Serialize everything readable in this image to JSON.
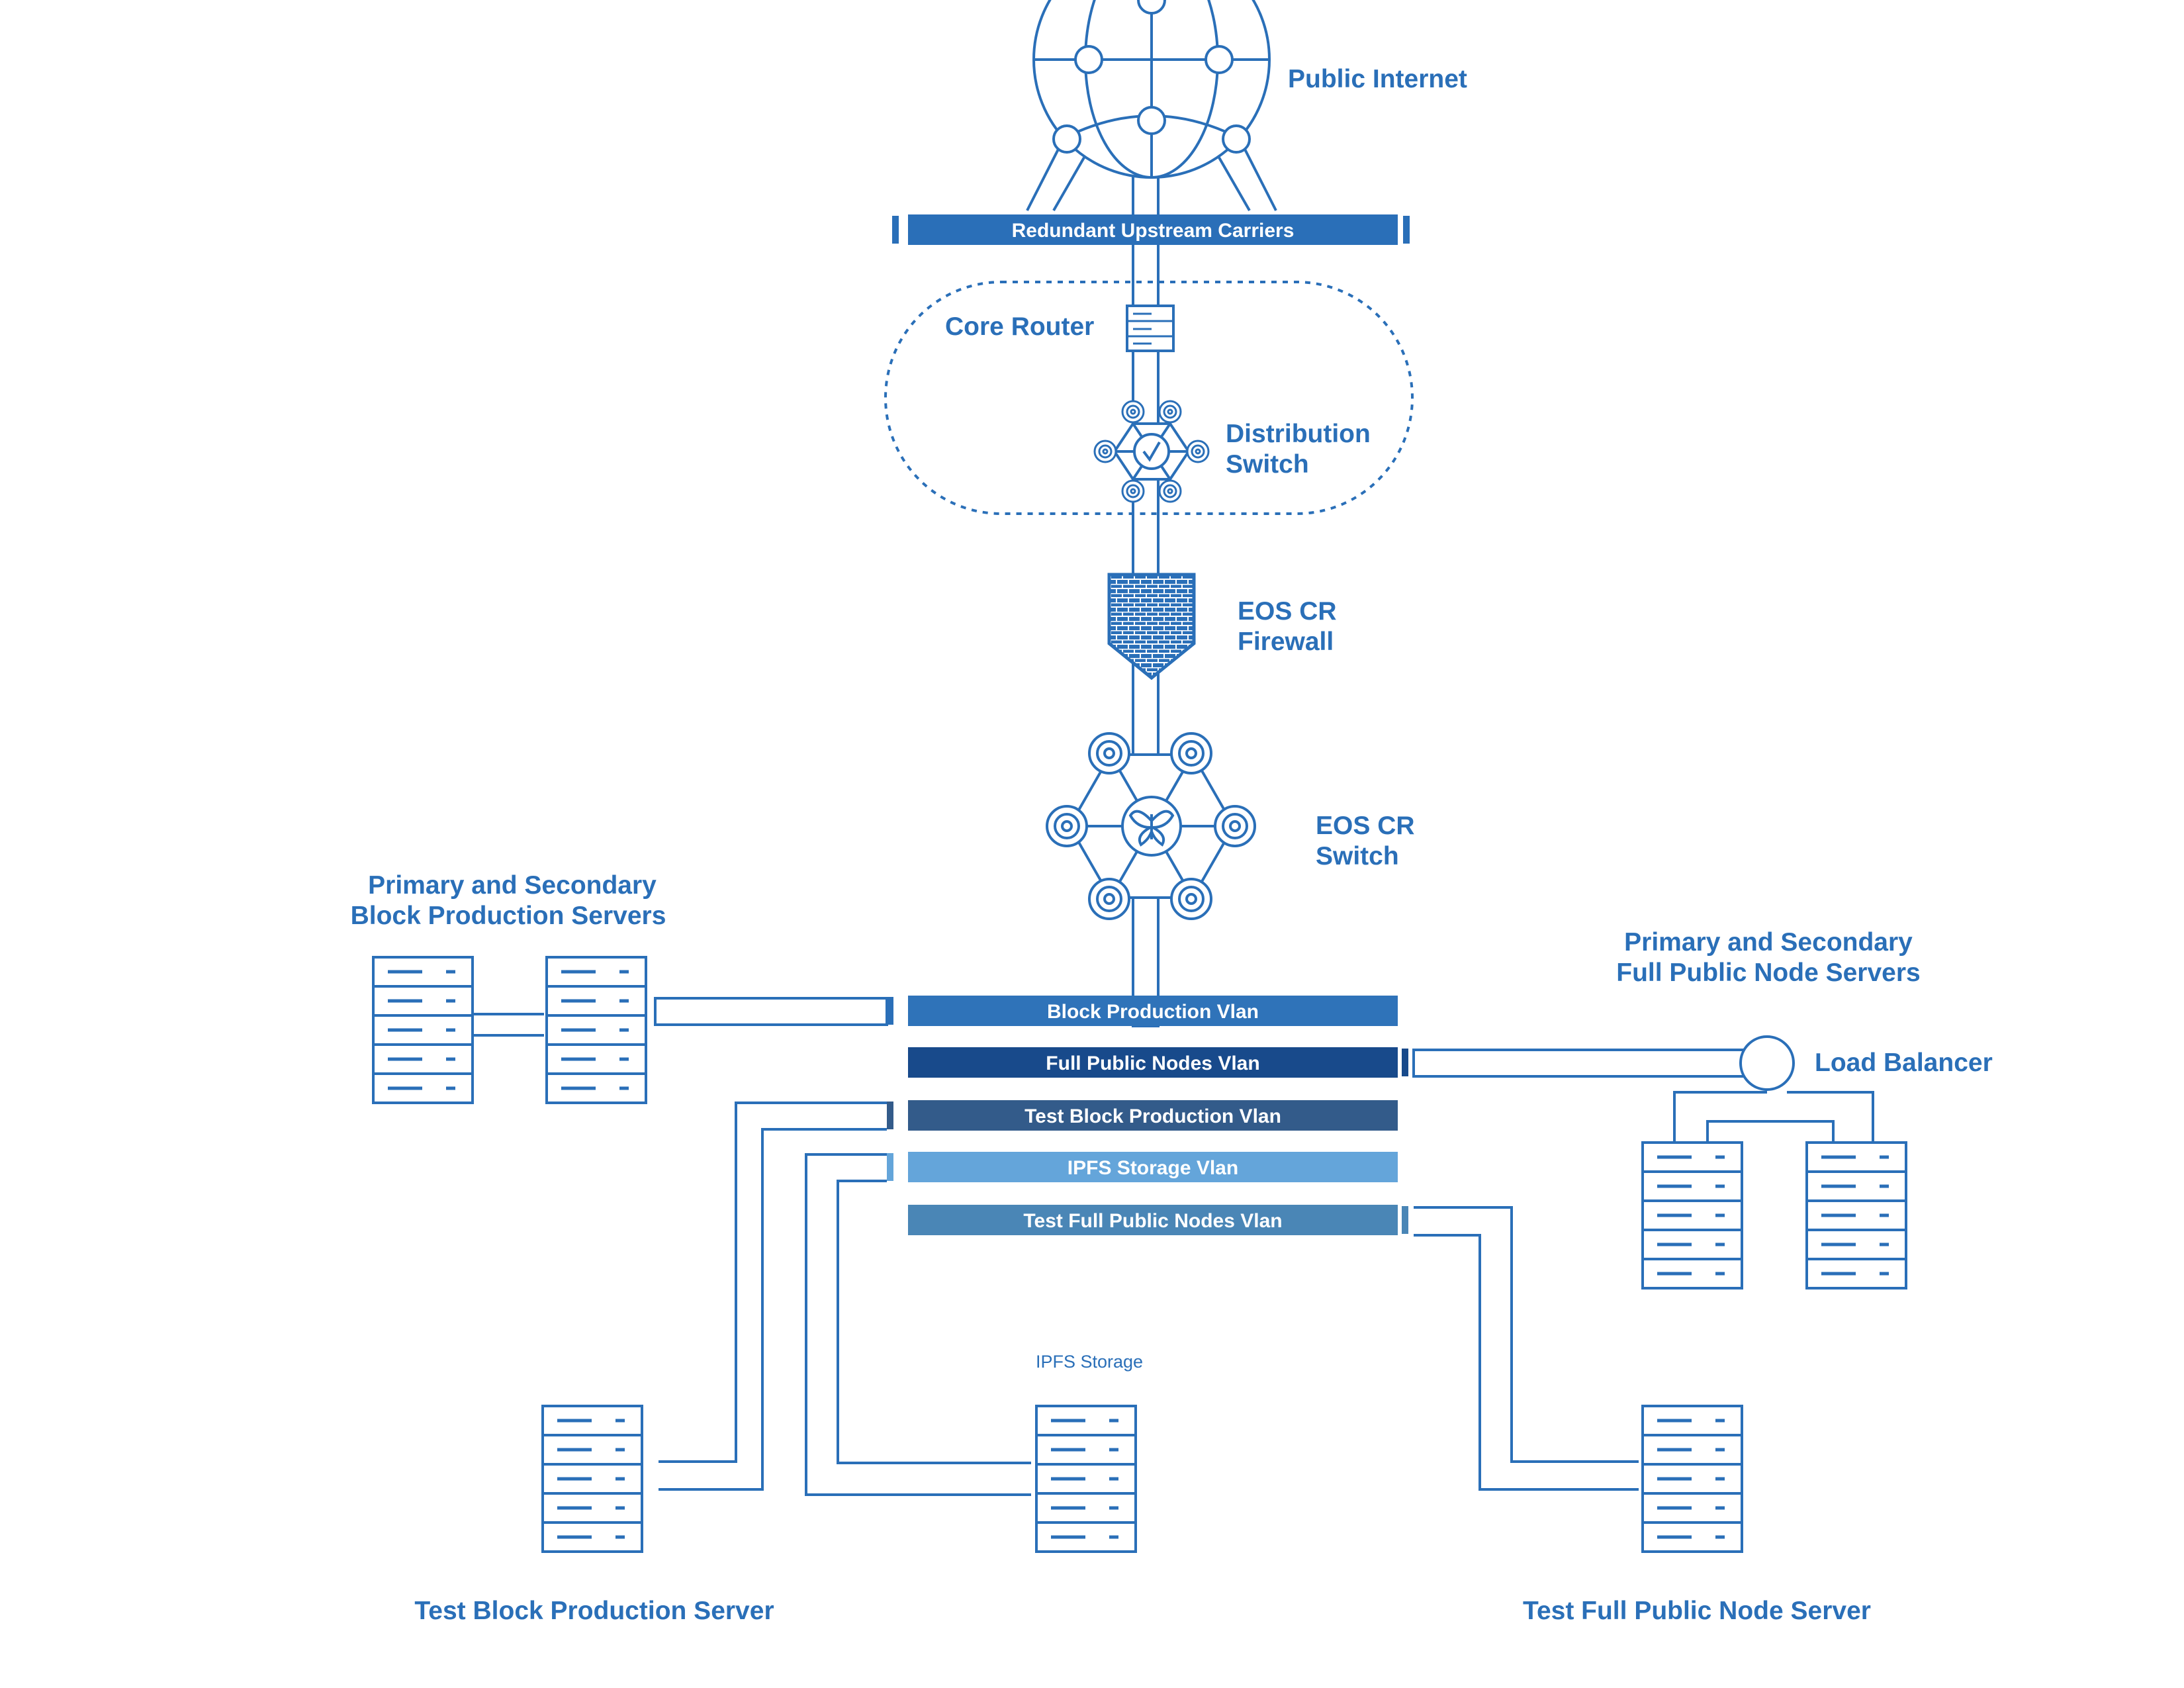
{
  "colors": {
    "accent": "#2a6fb8",
    "bar_block_production": "#2f73b9",
    "bar_full_public": "#184a8b",
    "bar_test_block": "#335b8a",
    "bar_ipfs": "#64a5da",
    "bar_test_full": "#4a86b6",
    "bar_upstream": "#2a6fb8"
  },
  "labels": {
    "public_internet": "Public Internet",
    "core_router": "Core Router",
    "distribution_switch_1": "Distribution",
    "distribution_switch_2": "Switch",
    "firewall_1": "EOS CR",
    "firewall_2": "Firewall",
    "eos_switch_1": "EOS CR",
    "eos_switch_2": "Switch",
    "bp_servers_1": "Primary and Secondary",
    "bp_servers_2": "Block Production Servers",
    "fpn_servers_1": "Primary and Secondary",
    "fpn_servers_2": "Full Public Node Servers",
    "load_balancer": "Load Balancer",
    "ipfs_storage": "IPFS Storage",
    "test_bp_server": "Test Block Production Server",
    "test_fpn_server": "Test Full Public Node Server"
  },
  "bars": {
    "upstream": "Redundant Upstream Carriers",
    "block_production": "Block Production Vlan",
    "full_public_nodes": "Full Public Nodes Vlan",
    "test_block_production": "Test Block Production Vlan",
    "ipfs_storage": "IPFS Storage Vlan",
    "test_full_public_nodes": "Test Full Public Nodes Vlan"
  },
  "icons": [
    "globe-icon",
    "router-icon",
    "distribution-switch-icon",
    "firewall-shield-icon",
    "eos-switch-icon",
    "server-rack-icon",
    "load-balancer-icon"
  ]
}
